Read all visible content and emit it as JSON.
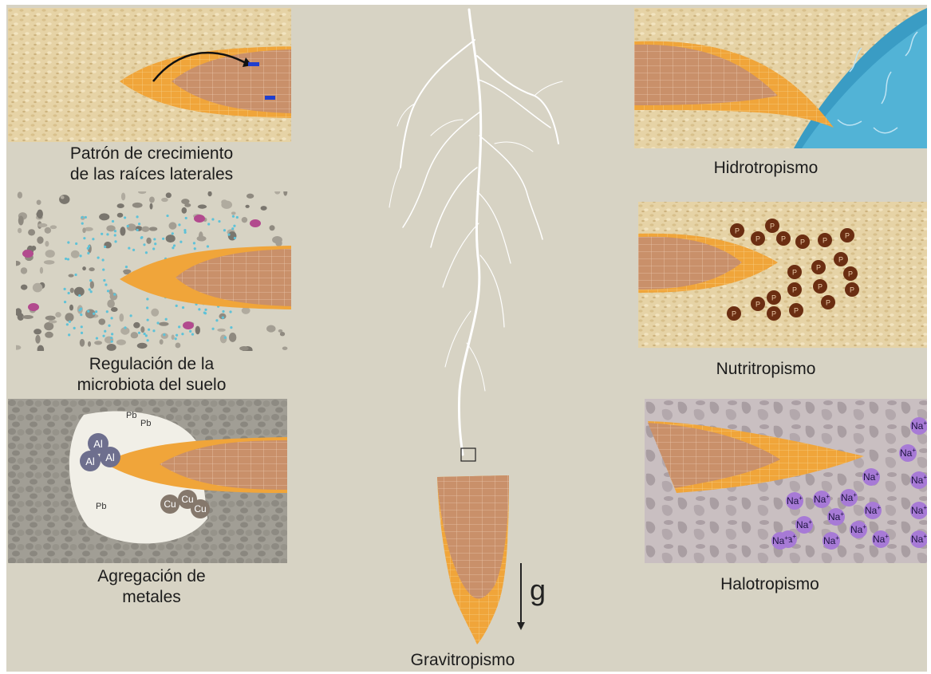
{
  "captions": {
    "lateral_line1": "Patrón de crecimiento",
    "lateral_line2": "de las raíces laterales",
    "microbiota_line1": "Regulación de la",
    "microbiota_line2": "microbiota del suelo",
    "metales_line1": "Agregación de",
    "metales_line2": "metales",
    "hidro": "Hidrotropismo",
    "nutri": "Nutritropismo",
    "halo": "Halotropismo",
    "gravi": "Gravitropismo"
  },
  "gravity_symbol": "g",
  "metal_labels": {
    "al": "Al",
    "pb": "Pb",
    "cu": "Cu"
  },
  "nutrient_label": "P",
  "sodium_label": "Na",
  "sodium_charge": "+",
  "colors": {
    "background": "#d7d3c4",
    "soil_sand": "#e6d3a6",
    "root_body": "#c9906a",
    "root_cap": "#f0a53a",
    "water": "#3a9cc4",
    "nutrient": "#6b2e12",
    "sodium": "#a77ad6",
    "metal": "#6e6f8e"
  }
}
